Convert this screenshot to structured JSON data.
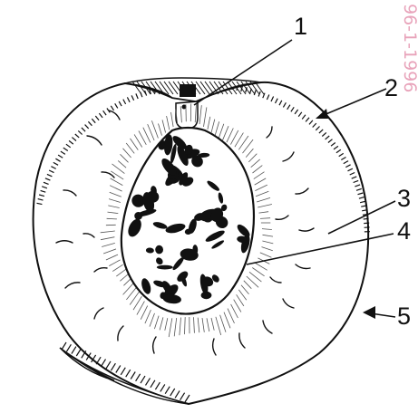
{
  "figure": {
    "callout_labels": [
      {
        "id": "1",
        "text": "1"
      },
      {
        "id": "2",
        "text": "2"
      },
      {
        "id": "3",
        "text": "3"
      },
      {
        "id": "4",
        "text": "4"
      },
      {
        "id": "5",
        "text": "5"
      }
    ],
    "stamp_text": "96-1-1996",
    "colors": {
      "ink": "#111111",
      "stamp": "#e8a3ba",
      "background": "#ffffff"
    }
  }
}
